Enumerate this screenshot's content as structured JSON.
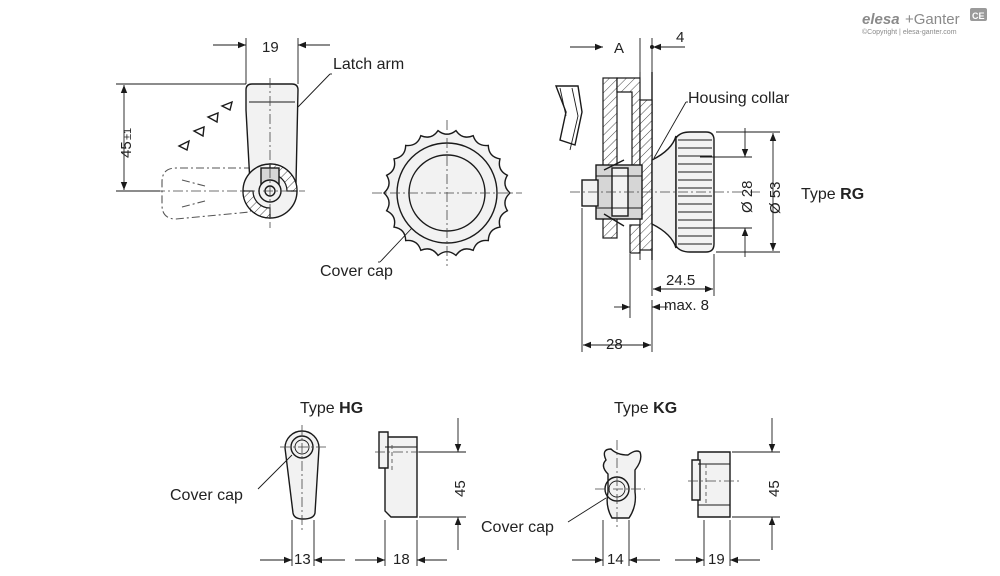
{
  "brand": {
    "name_a": "elesa",
    "name_b": "+Ganter",
    "copyright": "©Copyright | elesa-ganter.com",
    "badge": "CE"
  },
  "labels": {
    "latch_arm": "Latch arm",
    "cover_cap_main": "Cover cap",
    "housing_collar": "Housing collar",
    "cover_cap_hg": "Cover cap",
    "cover_cap_kg": "Cover cap"
  },
  "types": {
    "rg_prefix": "Type ",
    "rg_code": "RG",
    "hg_prefix": "Type ",
    "hg_code": "HG",
    "kg_prefix": "Type ",
    "kg_code": "KG"
  },
  "dimensions": {
    "top_width": "19",
    "height_main": "45",
    "height_tol": "±1",
    "section_mark": "A",
    "offset": "4",
    "dia_inner": "Ø 28",
    "dia_outer": "Ø 53",
    "length_a": "24.5",
    "max_label": "max. 8",
    "length_total": "28",
    "hg_height": "45",
    "hg_width_front": "13",
    "hg_width_side": "18",
    "kg_height": "45",
    "kg_width_front": "14",
    "kg_width_side": "19"
  }
}
